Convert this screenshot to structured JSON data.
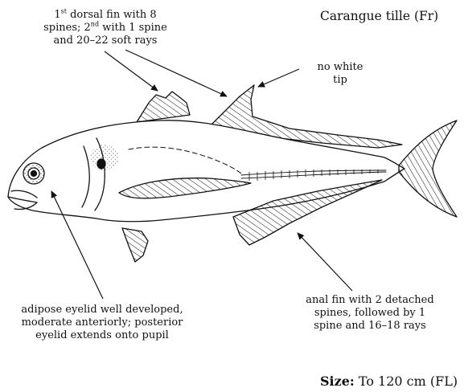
{
  "header": {
    "common_name": "Carangue tille (Fr)"
  },
  "labels": {
    "dorsal": {
      "line1_pre": "1",
      "line1_sup": "st",
      "line1_post": " dorsal fin with 8",
      "line2_pre": "spines; 2",
      "line2_sup": "nd",
      "line2_post": " with 1 spine",
      "line3": "and 20–22 soft rays"
    },
    "tip": {
      "line1": "no white",
      "line2": "tip"
    },
    "eyelid": {
      "line1": "adipose eyelid well developed,",
      "line2": "moderate anteriorly; posterior",
      "line3": "eyelid extends onto pupil"
    },
    "anal": {
      "line1": "anal fin with 2 detached",
      "line2": "spines, followed by 1",
      "line3": "spine and 16–18 rays"
    }
  },
  "size": {
    "label": "Size:",
    "value": "To 120 cm (FL)"
  },
  "colors": {
    "ink": "#111111",
    "background": "#ffffff"
  }
}
